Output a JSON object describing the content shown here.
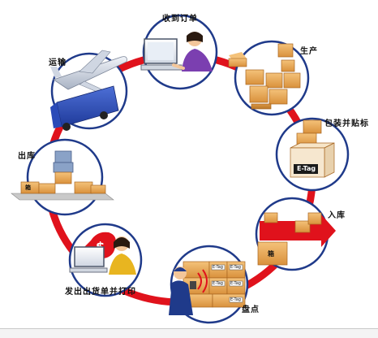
{
  "stages": {
    "receive_order": "收到订单",
    "production": "生产",
    "packing_labeling": "包装并贴标",
    "etag_text": "E-Tag",
    "warehouse_in": "入库",
    "inventory": "盘点",
    "ship_print": "发出出货单并打印",
    "warehouse_out": "出库",
    "transport": "运输",
    "box_mark": "箱",
    "tag_short": "E-Tag"
  },
  "colors": {
    "ring_red": "#e0121c",
    "circle_border": "#1f3a8a",
    "box_tan": "#e8a64e",
    "box_dark": "#c07a2a"
  }
}
